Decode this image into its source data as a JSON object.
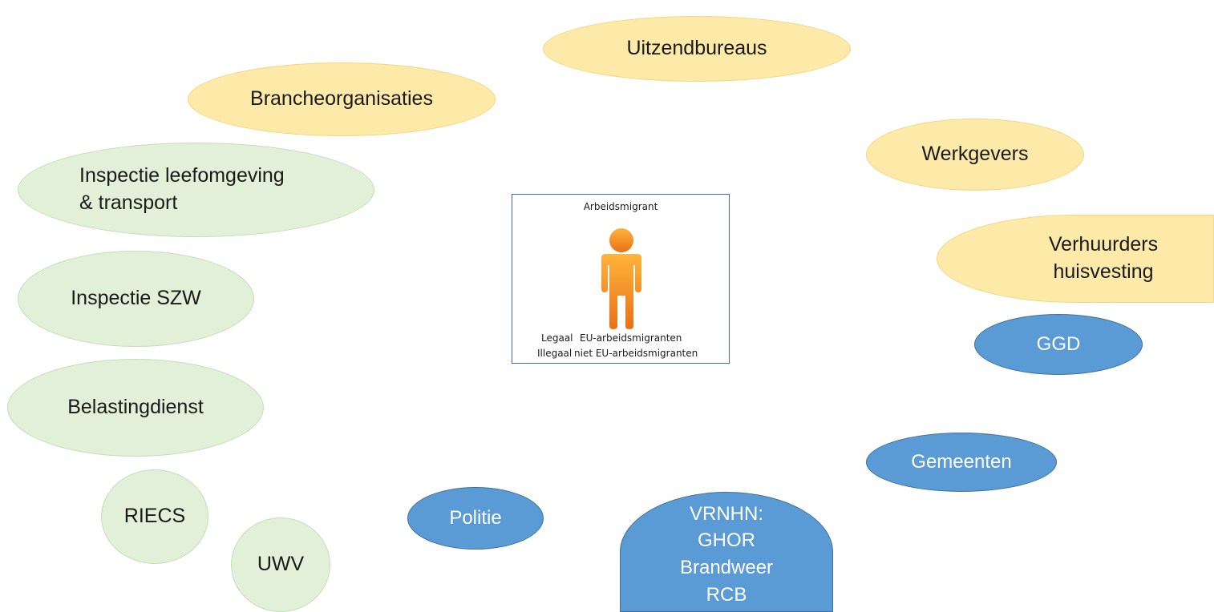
{
  "center": {
    "title": "Arbeidsmigrant",
    "icon": "person-icon",
    "legaal": "Legaal",
    "legaal_desc": "EU-arbeidsmigranten",
    "illegaal": "Illegaal",
    "illegaal_desc": "niet EU-arbeidsmigranten"
  },
  "colors": {
    "private": "#fdeaa8",
    "inspection": "#e2f0d9",
    "public": "#5b9bd5"
  },
  "nodes": {
    "uitzendbureaus": "Uitzendbureaus",
    "brancheorganisaties": "Brancheorganisaties",
    "werkgevers": "Werkgevers",
    "verhuurders": "Verhuurders\nhuisvesting",
    "inspectie_ilt": "Inspectie leefomgeving\n& transport",
    "inspectie_szw": "Inspectie SZW",
    "belastingdienst": "Belastingdienst",
    "riecs": "RIECS",
    "uwv": "UWV",
    "ggd": "GGD",
    "gemeenten": "Gemeenten",
    "politie": "Politie",
    "vrnhn": "VRNHN:\nGHOR\nBrandweer\nRCB"
  }
}
